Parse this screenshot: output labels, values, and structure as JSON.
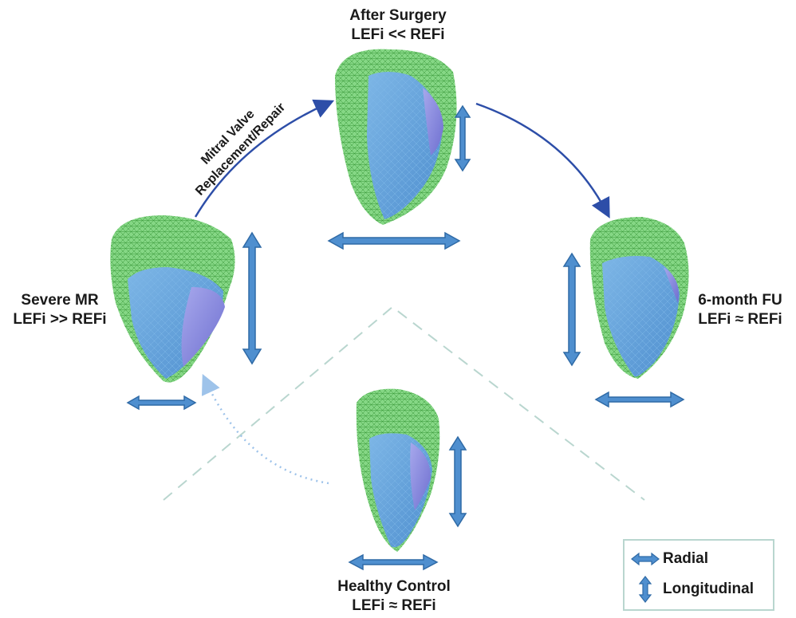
{
  "stages": {
    "after_surgery": {
      "title": "After Surgery",
      "subtitle": "LEFi << REFi"
    },
    "severe_mr": {
      "title": "Severe MR",
      "subtitle": "LEFi >> REFi"
    },
    "six_month": {
      "title": "6-month FU",
      "subtitle": "LEFi ≈ REFi"
    },
    "healthy": {
      "title": "Healthy Control",
      "subtitle": "LEFi ≈ REFi"
    }
  },
  "transition": {
    "line1": "Mitral Valve",
    "line2": "Replacement/Repair"
  },
  "legend": {
    "radial": "Radial",
    "longitudinal": "Longitudinal"
  },
  "colors": {
    "mesh_green": "#5cc95c",
    "mesh_line": "#3a9a3a",
    "ventricle_blue": "#5f9fd8",
    "ventricle_purple": "#8f8fe0",
    "arrow_fill": "#4f8fcf",
    "arrow_stroke": "#2f6aa6",
    "curve_arrow": "#2d4ea8",
    "dashed": "#b9d6cf"
  }
}
